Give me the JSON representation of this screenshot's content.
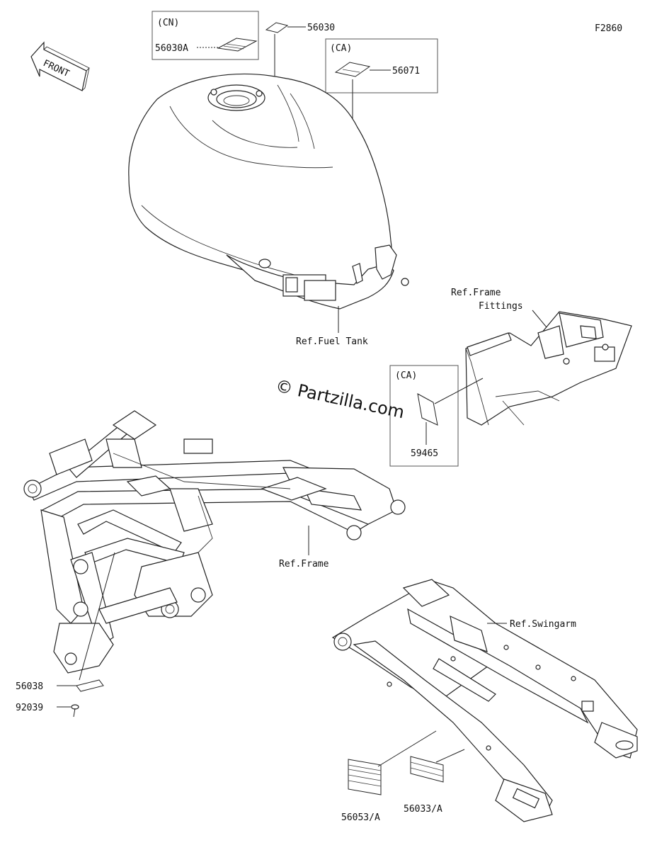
{
  "diagram_code": "F2860",
  "watermark": "© Partzilla.com",
  "front_label": "FRONT",
  "region_boxes": {
    "cn_top": "(CN)",
    "ca_top": "(CA)",
    "ca_mid": "(CA)"
  },
  "part_labels": {
    "p56030": "56030",
    "p56030A": "56030A",
    "p56071": "56071",
    "p59465": "59465",
    "p56038": "56038",
    "p92039": "92039",
    "p56053A": "56053/A",
    "p56033A": "56033/A"
  },
  "references": {
    "fuel_tank": "Ref.Fuel Tank",
    "frame_fittings_1": "Ref.Frame",
    "frame_fittings_2": "Fittings",
    "frame": "Ref.Frame",
    "swingarm": "Ref.Swingarm"
  }
}
